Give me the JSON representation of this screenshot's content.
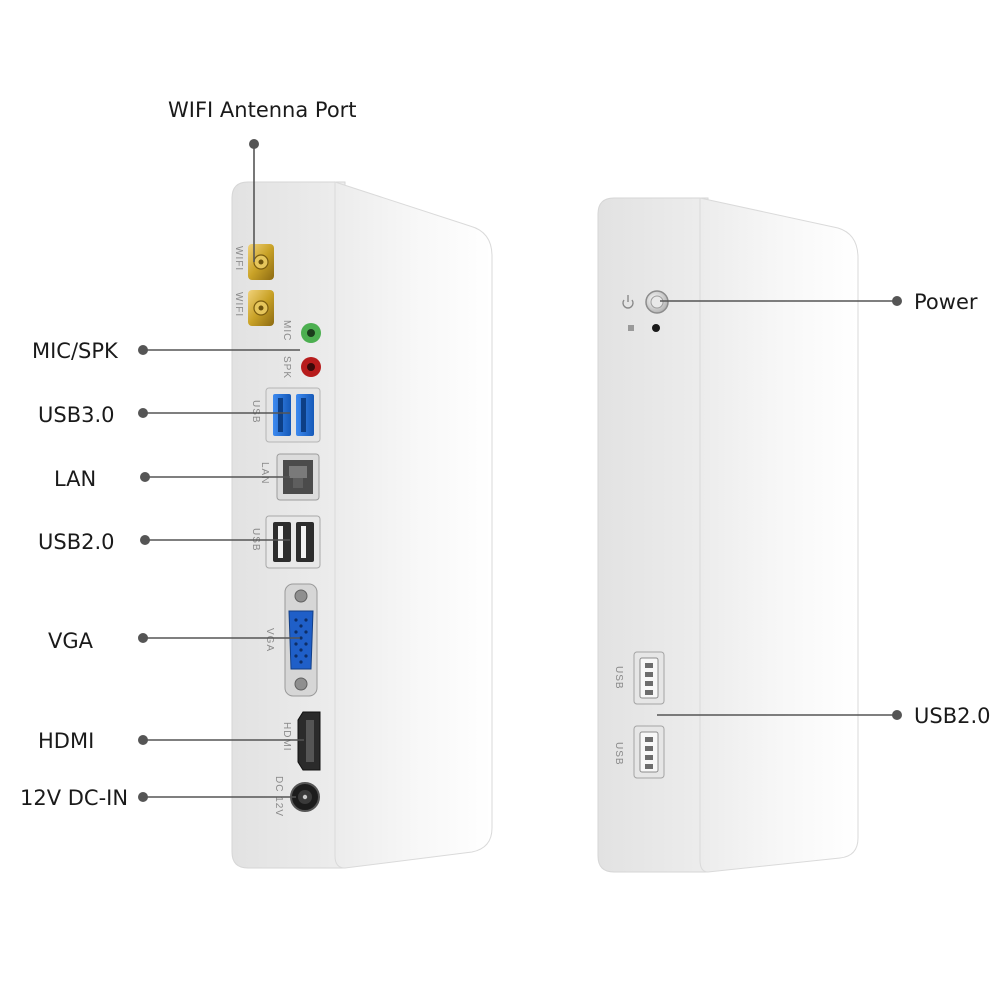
{
  "labels": {
    "wifi_antenna_port": "WIFI Antenna Port",
    "mic_spk": "MIC/SPK",
    "usb30": "USB3.0",
    "lan": "LAN",
    "usb20_left": "USB2.0",
    "vga": "VGA",
    "hdmi": "HDMI",
    "dc_in": "12V DC-IN",
    "power": "Power",
    "usb20_right": "USB2.0"
  },
  "port_markings": {
    "wifi_1": "WIFI",
    "wifi_2": "WIFI",
    "mic": "MIC",
    "spk": "SPK",
    "usb_30": "USB",
    "lan": "LAN",
    "usb_20": "USB",
    "vga": "VGA",
    "hdmi": "HDMI",
    "dc": "DC 12V",
    "front_usb_1": "USB",
    "front_usb_2": "USB"
  },
  "colors": {
    "case": "#f4f4f4",
    "case_edge": "#dcdcdc",
    "antenna_gold": "#c9a227",
    "mic_green": "#4caf50",
    "spk_red": "#b71c1c",
    "usb3_blue": "#1e6fd9",
    "vga_blue": "#1f5fc8"
  },
  "icons": [
    "power-icon",
    "led-indicator-icon"
  ]
}
